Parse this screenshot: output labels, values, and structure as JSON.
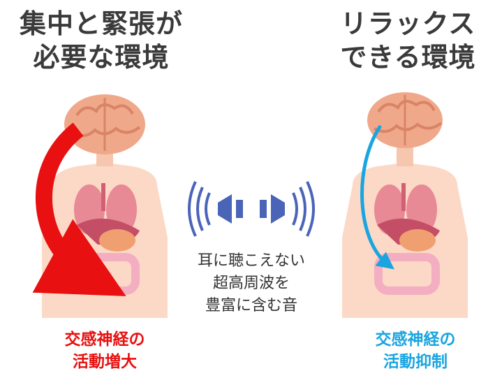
{
  "left": {
    "title_line1": "集中と緊張が",
    "title_line2": "必要な環境",
    "caption_line1": "交感神経の",
    "caption_line2": "活動増大",
    "arrow_color": "#e81010"
  },
  "right": {
    "title_line1": "リラックス",
    "title_line2": "できる環境",
    "caption_line1": "交感神経の",
    "caption_line2": "活動抑制",
    "arrow_color": "#1aa5e0"
  },
  "center": {
    "line1": "耳に聴こえない",
    "line2": "超高周波を",
    "line3": "豊富に含む音",
    "icon": "speaker-icon",
    "icon_color": "#4a64b8"
  },
  "colors": {
    "body": "#fbd9c6",
    "brain": "#f0a88a",
    "organs": "#e87a8a"
  }
}
